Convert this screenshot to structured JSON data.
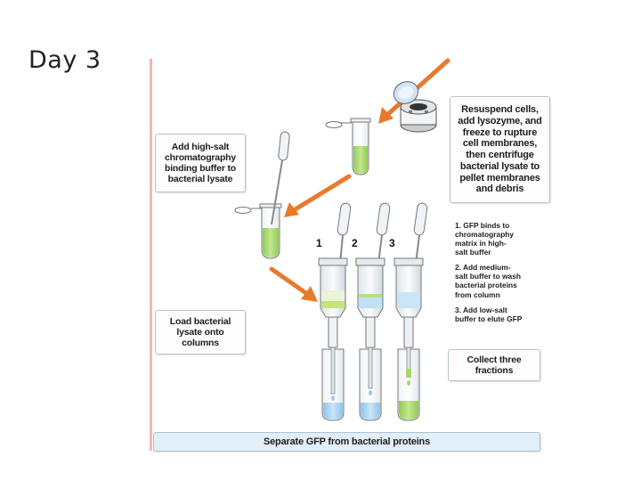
{
  "slide": {
    "title": "Day 3"
  },
  "boxes": {
    "high_salt": [
      "Add high-salt",
      "chromatography",
      "binding buffer to",
      "bacterial lysate"
    ],
    "resuspend": [
      "Resuspend cells,",
      "add lysozyme, and",
      "freeze to rupture",
      "cell membranes,",
      "then centrifuge",
      "bacterial lysate to",
      "pellet membranes",
      "and debris"
    ],
    "load": [
      "Load bacterial",
      "lysate onto",
      "columns"
    ],
    "collect": [
      "Collect three",
      "fractions"
    ],
    "separate": "Separate GFP from bacterial proteins"
  },
  "steps": [
    [
      "1. GFP binds to",
      "chromatography",
      "matrix in high-",
      "salt buffer"
    ],
    [
      "2. Add medium-",
      "salt buffer to wash",
      "bacterial proteins",
      "from column"
    ],
    [
      "3. Add low-salt",
      "buffer to elute GFP"
    ]
  ],
  "columns": [
    "1",
    "2",
    "3"
  ],
  "colors": {
    "arrow": "#e87a2c",
    "gfp_green": "#a6d86a",
    "blue_liquid": "#a9d3f0",
    "margin_line": "#f2b6b0",
    "separate_bar": "#e2eff8"
  }
}
